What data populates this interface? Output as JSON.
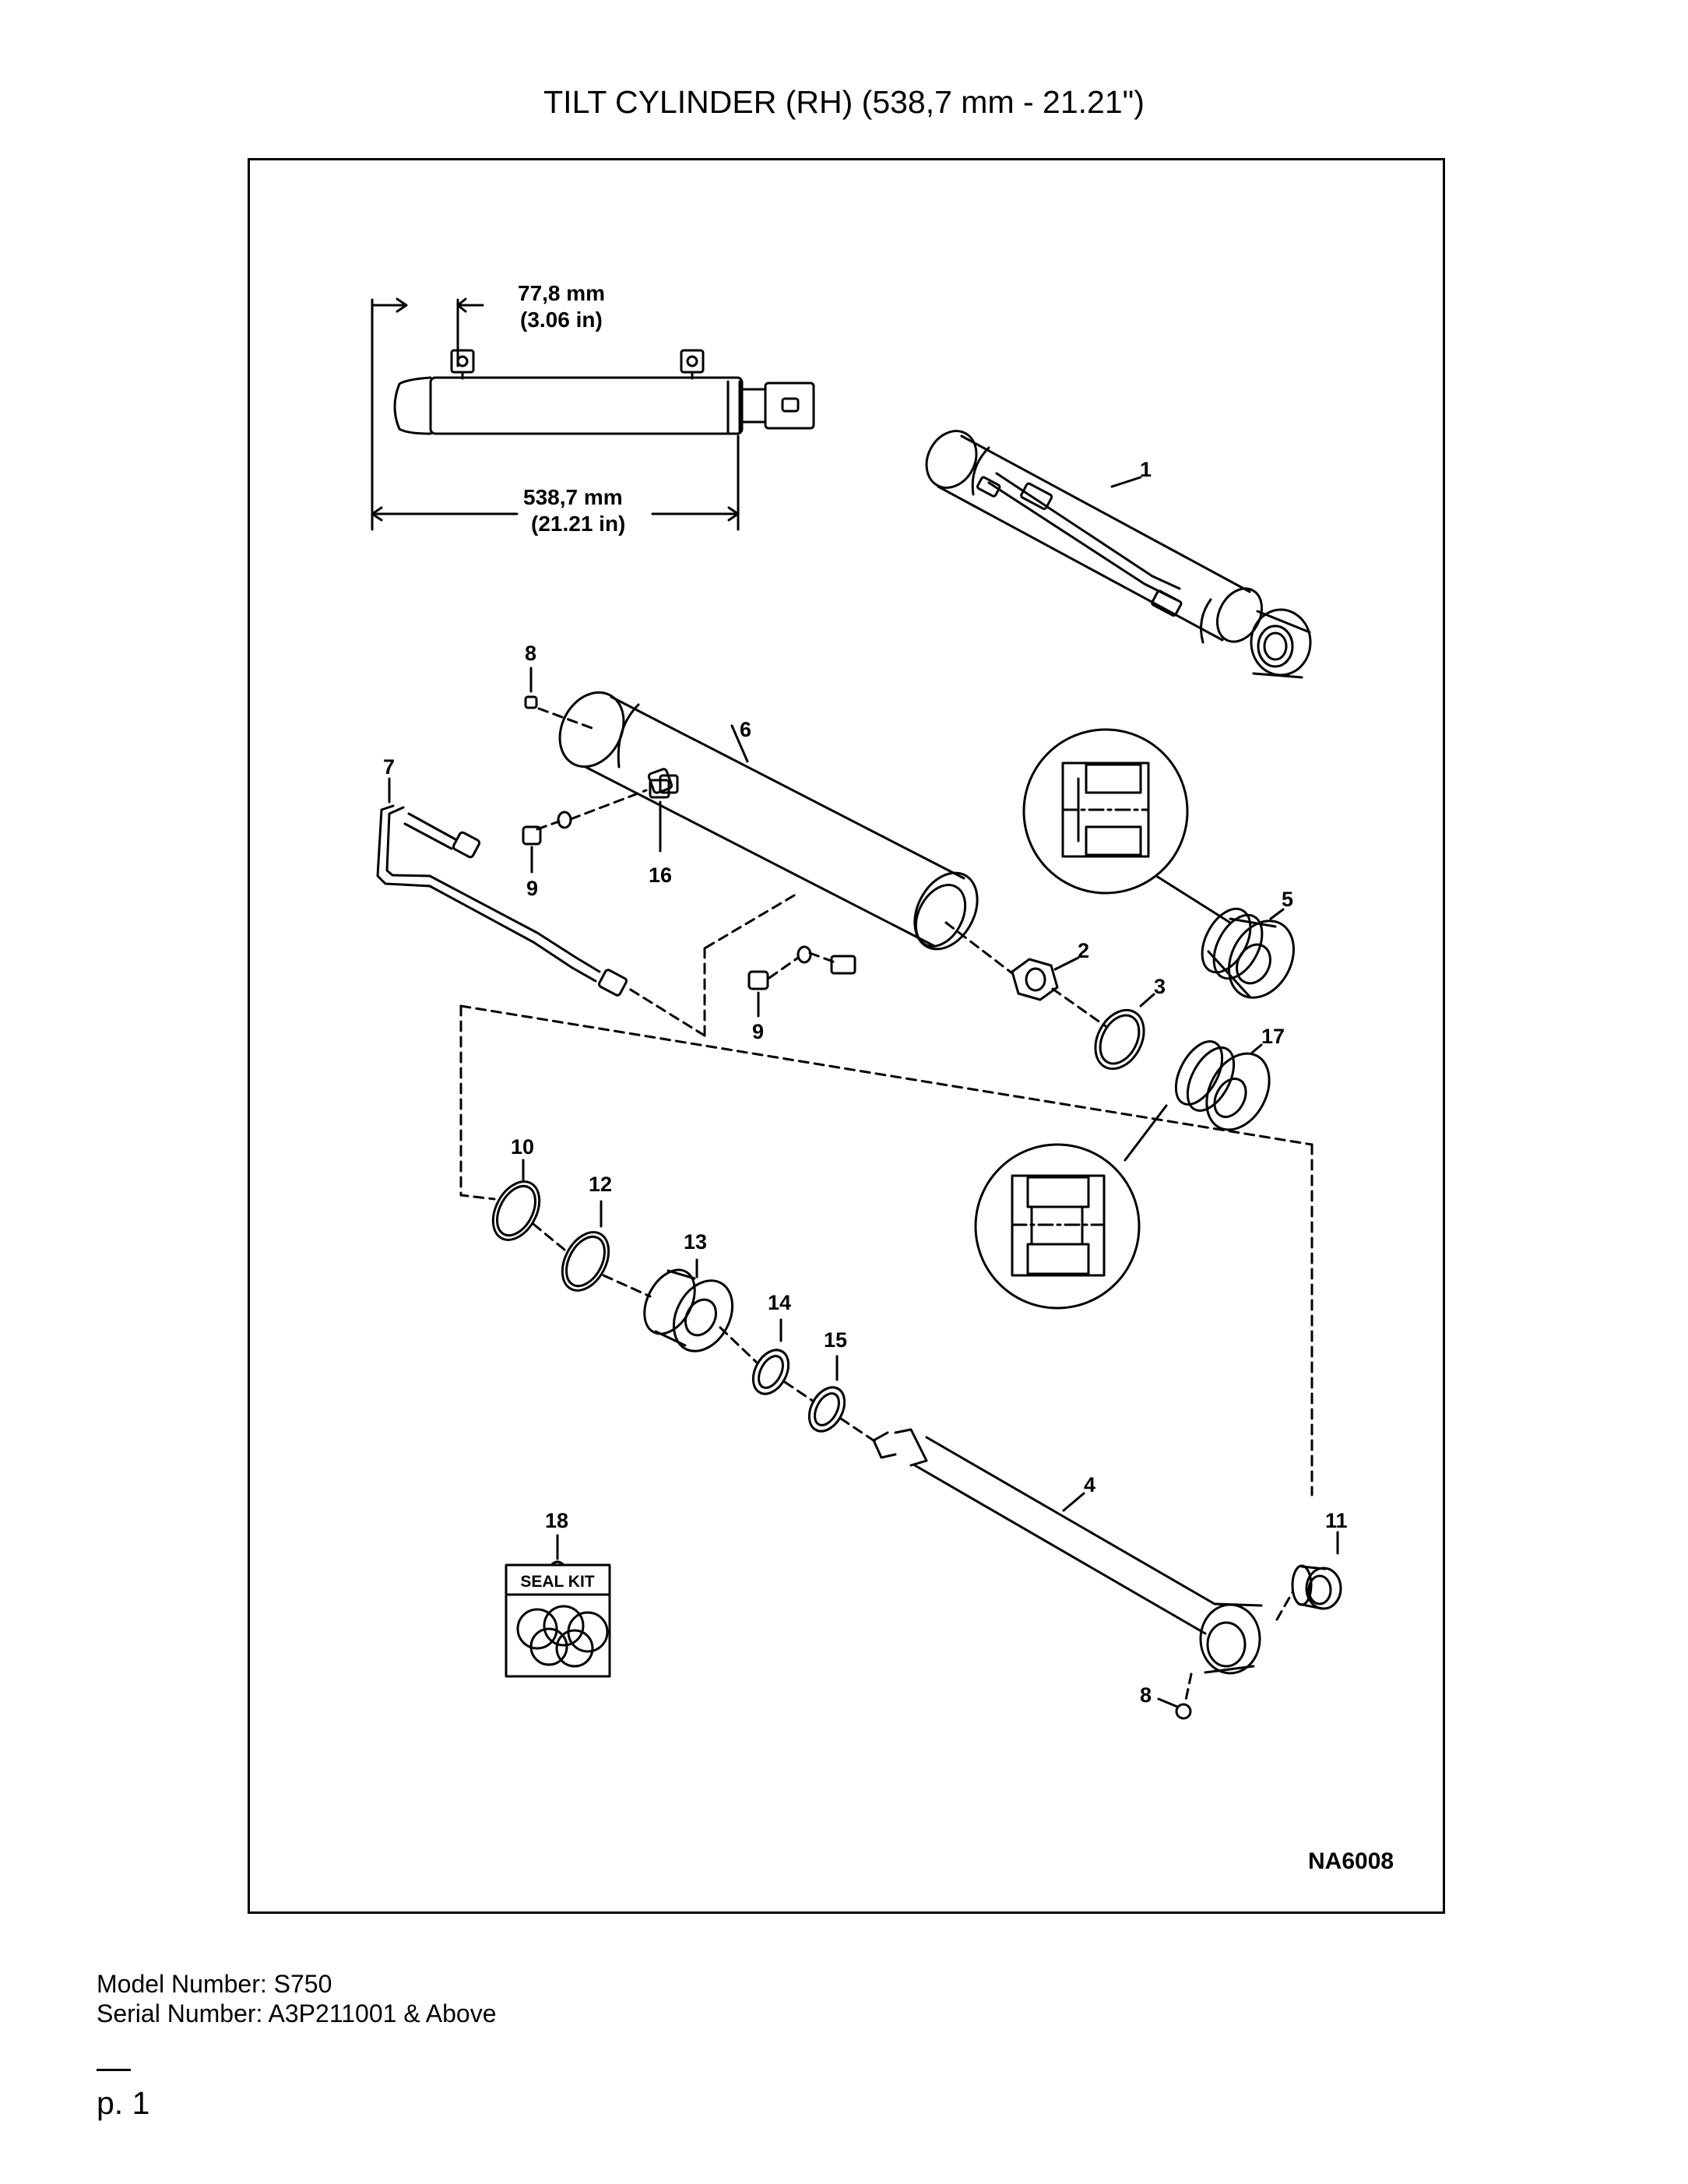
{
  "title": "TILT CYLINDER (RH) (538,7 mm - 21.21\")",
  "dimensions": {
    "pin_offset_mm": "77,8 mm",
    "pin_offset_in": "(3.06 in)",
    "length_mm": "538,7 mm",
    "length_in": "(21.21 in)"
  },
  "callouts": {
    "p1": "1",
    "p2": "2",
    "p3": "3",
    "p4": "4",
    "p5": "5",
    "p6": "6",
    "p7": "7",
    "p8a": "8",
    "p8b": "8",
    "p9a": "9",
    "p9b": "9",
    "p10": "10",
    "p11": "11",
    "p12": "12",
    "p13": "13",
    "p14": "14",
    "p15": "15",
    "p16": "16",
    "p17": "17",
    "p18": "18"
  },
  "seal_kit_label": "SEAL KIT",
  "figure_id": "NA6008",
  "footer": {
    "model": "Model Number: S750",
    "serial": "Serial Number: A3P211001 & Above"
  },
  "page": "p. 1"
}
